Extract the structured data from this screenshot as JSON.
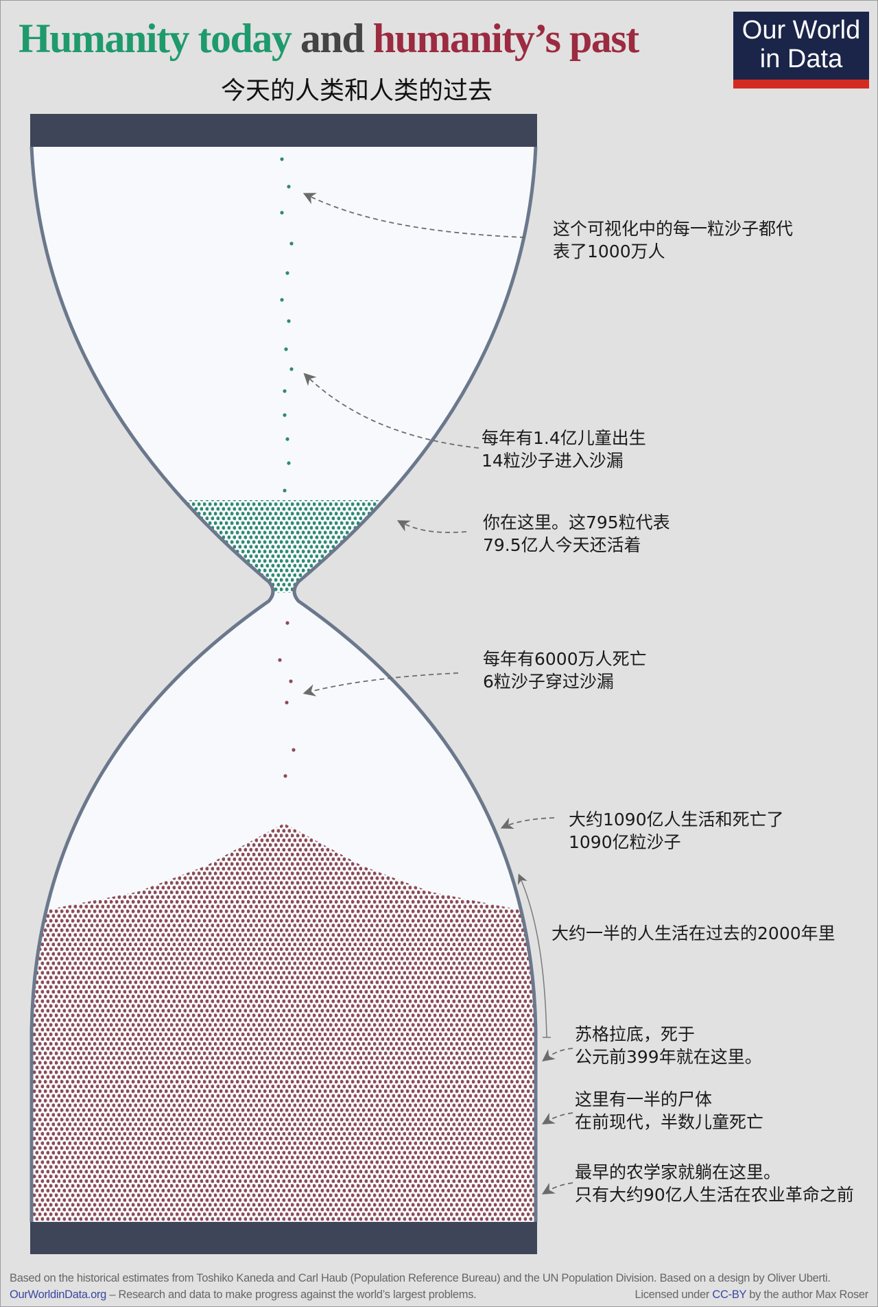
{
  "title": {
    "part1": "Humanity today",
    "part2": "and",
    "part3": "humanity’s past",
    "subtitle": "今天的人类和人类的过去"
  },
  "logo": {
    "line1": "Our World",
    "line2": "in Data"
  },
  "colors": {
    "background": "#e1e1e1",
    "glass_interior": "#f7f9fc",
    "glass_outline": "#6b788c",
    "caps": "#3f4558",
    "living_sand": "#2e8a70",
    "dead_sand": "#8c4b55",
    "logo_bg": "#1b2549",
    "logo_bar": "#d42b21"
  },
  "annotations": [
    {
      "lines": [
        "这个可视化中的每一粒沙子都代",
        "表了1000万人"
      ]
    },
    {
      "lines": [
        "每年有1.4亿儿童出生",
        "14粒沙子进入沙漏"
      ]
    },
    {
      "lines": [
        "你在这里。这795粒代表",
        "79.5亿人今天还活着"
      ]
    },
    {
      "lines": [
        "每年有6000万人死亡",
        "6粒沙子穿过沙漏"
      ]
    },
    {
      "lines": [
        "大约1090亿人生活和死亡了",
        "1090亿粒沙子"
      ]
    },
    {
      "lines": [
        "大约一半的人生活在过去的2000年里"
      ]
    },
    {
      "lines": [
        "苏格拉底，死于",
        "公元前399年就在这里。"
      ]
    },
    {
      "lines": [
        "这里有一半的尸体",
        "在前现代，半数儿童死亡"
      ]
    },
    {
      "lines": [
        "最早的农学家就躺在这里。",
        "只有大约90亿人生活在农业革命之前"
      ]
    }
  ],
  "footer": {
    "source": "Based on the historical estimates from Toshiko Kaneda and Carl Haub (Population Reference Bureau) and the UN Population Division. Based on a design by Oliver Uberti.",
    "site_link": "OurWorldinData.org",
    "mission": " – Research and data to make progress against the world’s largest problems.",
    "license_prefix": "Licensed under ",
    "license_link": "CC-BY",
    "license_suffix": " by the author Max Roser"
  }
}
